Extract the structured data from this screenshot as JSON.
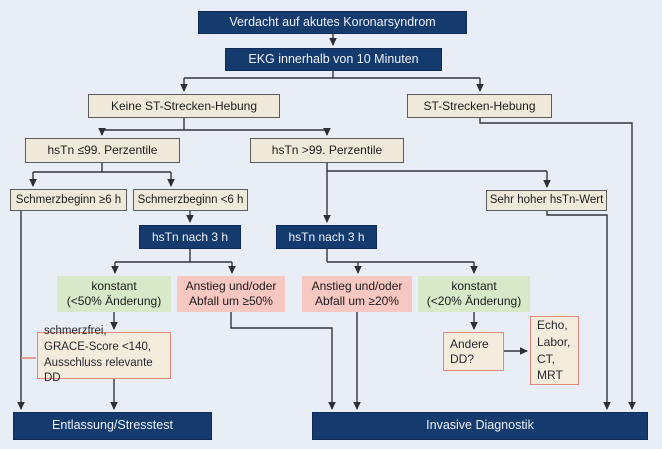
{
  "diagram_title": "Verdacht auf akutes Koronarsyndrom",
  "colors": {
    "background": "#e9edf6",
    "navy": "#143a6e",
    "beige": "#efe9d9",
    "green": "#d7e9c9",
    "pink": "#f7c7c1",
    "salmon_outline": "#e2897c",
    "connector": "#33363b"
  },
  "nodes": {
    "suspicion": {
      "label": "Verdacht auf akutes Koronarsyndrom"
    },
    "ekg": {
      "label": "EKG innerhalb von 10 Minuten"
    },
    "no_st_elevation": {
      "label": "Keine ST-Strecken-Hebung"
    },
    "st_elevation": {
      "label": "ST-Strecken-Hebung"
    },
    "hstn_le_99": {
      "label": "hsTn ≤99. Perzentile"
    },
    "hstn_gt_99": {
      "label": "hsTn >99. Perzentile"
    },
    "pain_onset_ge_6h": {
      "label": "Schmerzbeginn ≥6 h"
    },
    "pain_onset_lt_6h": {
      "label": "Schmerzbeginn <6 h"
    },
    "very_high_hstn": {
      "label": "Sehr hoher hsTn-Wert"
    },
    "hstn_after_3h_left": {
      "label": "hsTn nach 3 h"
    },
    "hstn_after_3h_right": {
      "label": "hsTn nach 3 h"
    },
    "constant_50": {
      "label": "konstant\n(<50% Änderung)"
    },
    "rise_fall_50": {
      "label": "Anstieg und/oder\nAbfall um ≥50%"
    },
    "rise_fall_20": {
      "label": "Anstieg und/oder\nAbfall um ≥20%"
    },
    "constant_20": {
      "label": "konstant\n(<20% Änderung)"
    },
    "painfree_criteria": {
      "label": "schmerzfrei,\nGRACE-Score <140,\nAusschluss relevante DD"
    },
    "other_dd": {
      "label": "Andere\nDD?"
    },
    "imaging_workup": {
      "label": "Echo,\nLabor,\nCT,\nMRT"
    },
    "discharge": {
      "label": "Entlassung/Stresstest"
    },
    "invasive": {
      "label": "Invasive Diagnostik"
    }
  }
}
